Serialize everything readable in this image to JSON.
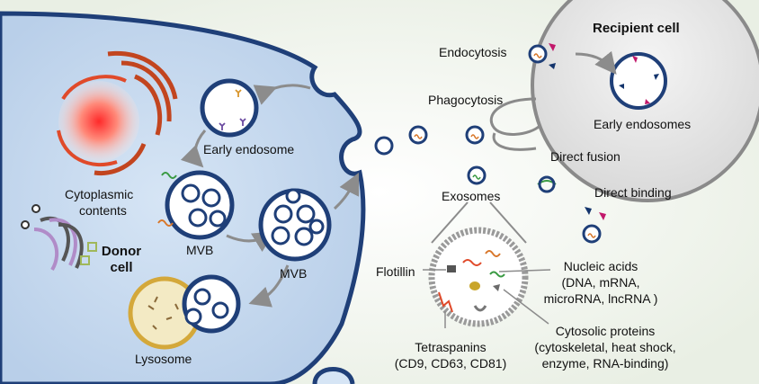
{
  "labels": {
    "recipient_cell": "Recipient cell",
    "endocytosis": "Endocytosis",
    "phagocytosis": "Phagocytosis",
    "early_endosomes": "Early endosomes",
    "direct_fusion": "Direct fusion",
    "direct_binding": "Direct binding",
    "exosomes": "Exosomes",
    "early_endosome": "Early endosome",
    "cytoplasmic_contents_1": "Cytoplasmic",
    "cytoplasmic_contents_2": "contents",
    "mvb_1": "MVB",
    "mvb_2": "MVB",
    "donor_cell_1": "Donor",
    "donor_cell_2": "cell",
    "lysosome": "Lysosome",
    "flotillin": "Flotillin",
    "nucleic_acids_1": "Nucleic acids",
    "nucleic_acids_2": "(DNA, mRNA,",
    "nucleic_acids_3": "microRNA, lncRNA )",
    "cytosolic_proteins_1": "Cytosolic proteins",
    "cytosolic_proteins_2": "(cytoskeletal, heat shock,",
    "cytosolic_proteins_3": "enzyme, RNA-binding)",
    "tetraspanins_1": "Tetraspanins",
    "tetraspanins_2": "(CD9, CD63, CD81)"
  },
  "colors": {
    "donor_fill": "#c7daef",
    "membrane": "#1f3f78",
    "recipient_fill": "#e7e7e7",
    "recipient_stroke": "#8a8a8a",
    "arrow": "#8c8c8c",
    "lysosome": "#f3eac4"
  }
}
